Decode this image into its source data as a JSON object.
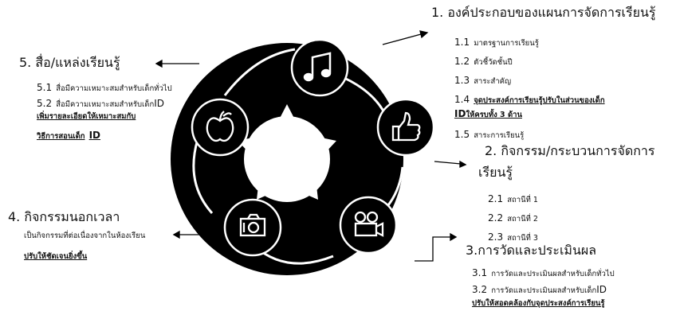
{
  "colors": {
    "ring": "#000000",
    "node": "#000000",
    "icon": "#ffffff",
    "text": "#111111"
  },
  "icons": [
    "music-note-icon",
    "thumbs-up-icon",
    "film-camera-icon",
    "photo-camera-icon",
    "apple-icon"
  ],
  "section1": {
    "title": "1. องค์ประกอบของแผนการจัดการเรียนรู้",
    "items": [
      {
        "num": "1.1",
        "text": "มาตรฐานการเรียนรู้"
      },
      {
        "num": "1.2",
        "text": "ตัวชี้วัดชั้นปี"
      },
      {
        "num": "1.3",
        "text": "สาระสำคัญ"
      },
      {
        "num": "1.4",
        "text": "จุดประสงค์การเรียนรู้ปรับในส่วนของเด็ก"
      },
      {
        "num": "1.5",
        "text": "สาระการเรียนรู้"
      }
    ],
    "item4_cont_bold": "ID",
    "item4_cont": "ให้ครบทั้ง 3 ด้าน"
  },
  "section2": {
    "title_line1": "2. กิจกรรม/กระบวนการจัดการ",
    "title_line2": "เรียนรู้",
    "items": [
      {
        "num": "2.1",
        "text": "สถานีที่ 1"
      },
      {
        "num": "2.2",
        "text": "สถานีที่ 2"
      },
      {
        "num": "2.3",
        "text": "สถานีที่ 3"
      }
    ]
  },
  "section3": {
    "title": "3.การวัดและประเมินผล",
    "items": [
      {
        "num": "3.1",
        "text": "การวัดและประเมินผลสำหรับเด็กทั่วไป"
      },
      {
        "num": "3.2",
        "text": "การวัดและประเมินผลสำหรับเด็ก",
        "suffix": "ID"
      }
    ],
    "note": "ปรับให้สอดคล้องกับจุดประสงค์การเรียนรู้"
  },
  "section4": {
    "title": "4. กิจกรรมนอกเวลา",
    "desc": "เป็นกิจกรรมที่ต่อเนื่องจากในห้องเรียน",
    "note": "ปรับให้ชัดเจนยิ่งขึ้น"
  },
  "section5": {
    "title": "5. สื่อ/แหล่งเรียนรู้",
    "items": [
      {
        "num": "5.1",
        "text": "สื่อมีความเหมาะสมสำหรับเด็กทั่วไป"
      },
      {
        "num": "5.2",
        "text": "สื่อมีความเหมาะสมสำหรับเด็ก",
        "suffix": "ID"
      }
    ],
    "note_line1": "เพิ่มรายละเอียดให้เหมาะสมกับ",
    "note_line2": "วิธีการสอนเด็ก",
    "note_suffix": "ID"
  }
}
